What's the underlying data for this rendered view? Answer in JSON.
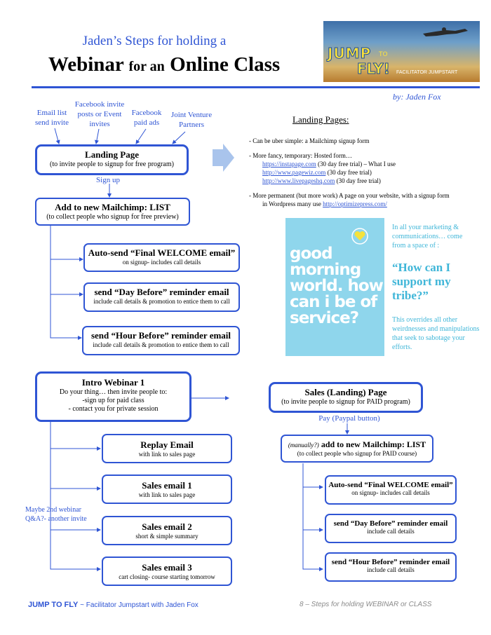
{
  "header": {
    "title_line1": "Jaden’s Steps for holding a",
    "title_word1": "Webinar",
    "title_small": "for an",
    "title_word2": "Online Class",
    "byline": "by:  Jaden Fox",
    "hero_logo_1": "JUMP",
    "hero_logo_to": "TO",
    "hero_logo_2": "FLY!",
    "hero_sub": "FACILITATOR JUMPSTART"
  },
  "sources": {
    "email": "Email list send invite",
    "facebook_posts": "Facebook invite posts or Event invites",
    "facebook_ads": "Facebook paid ads",
    "jv": "Joint Venture Partners"
  },
  "left_flow": {
    "landing": {
      "title": "Landing Page",
      "desc": "(to invite people to signup for free program)"
    },
    "signup_label": "Sign up",
    "list": {
      "title": "Add to new Mailchimp:  LIST",
      "desc": "(to collect people who signup for free preview)"
    },
    "welcome": {
      "title": "Auto-send “Final WELCOME email”",
      "desc": "on signup- includes call details"
    },
    "day_before": {
      "title": "send “Day Before” reminder email",
      "desc": "include call details & promotion to entice them to call"
    },
    "hour_before": {
      "title": "send “Hour Before” reminder email",
      "desc": "include call details & promotion to entice them to call"
    }
  },
  "landing_pages": {
    "heading": "Landing Pages:",
    "item1": "- Can be uber simple:   a Mailchimp signup form",
    "item2": "- More fancy, temporary:  Hosted form…",
    "link1": "https://instapage.com",
    "link1_note": " (30 day free trial) – What I use",
    "link2": "http://www.pagewiz.com",
    "link2_note": " (30 day free trial)",
    "link3": "http://www.livepageshq.com",
    "link3_note": " (30 day free trial)",
    "item3": "- More permanent (but more work)  A page on your website, with a signup form",
    "item3b": "in Wordpress many use ",
    "link4": "http://optimizepress.com/"
  },
  "poster": {
    "text": "good morning world. how can i be of service?"
  },
  "sidebar": {
    "intro": "In all your  marketing & communications… come from a space of :",
    "quote": "“How can I support my tribe?”",
    "outro": "This overrides all other weirdnesses and manipulations that seek to sabotage your efforts."
  },
  "webinar": {
    "title": "Intro Webinar 1",
    "line1": "Do your thing… then invite people to:",
    "line2": "-sign up for paid class",
    "line3": "- contact you for private session"
  },
  "emails": {
    "replay": {
      "title": "Replay Email",
      "desc": "with link to sales page"
    },
    "sales1": {
      "title": "Sales email 1",
      "desc": "with link to sales page"
    },
    "sales2": {
      "title": "Sales email 2",
      "desc": "short & simple summary"
    },
    "sales3": {
      "title": "Sales email 3",
      "desc": "cart closing- course starting tomorrow"
    },
    "maybe": "Maybe 2nd webinar Q&A?- another invite"
  },
  "right_flow": {
    "sales_page": {
      "title": "Sales (Landing) Page",
      "desc": "(to invite people to signup for PAID program)"
    },
    "pay_label": "Pay (Paypal button)",
    "list": {
      "prefix": "(manually?)",
      "title": " add to new Mailchimp:  LIST",
      "desc": "(to collect people who signup for PAID course)"
    },
    "welcome": {
      "title": "Auto-send “Final WELCOME email”",
      "desc": "on signup- includes call details"
    },
    "day_before": {
      "title": "send “Day Before” reminder email",
      "desc": "include call details"
    },
    "hour_before": {
      "title": "send “Hour Before” reminder email",
      "desc": "include call details"
    }
  },
  "footer": {
    "brand": "JUMP TO FLY",
    "left": " ~ Facilitator Jumpstart   with Jaden Fox",
    "right": "8 – Steps for holding WEBINAR or CLASS"
  },
  "colors": {
    "accent": "#2f55d4",
    "poster": "#8fd6ec",
    "sidebar_text": "#3fb6d8"
  }
}
